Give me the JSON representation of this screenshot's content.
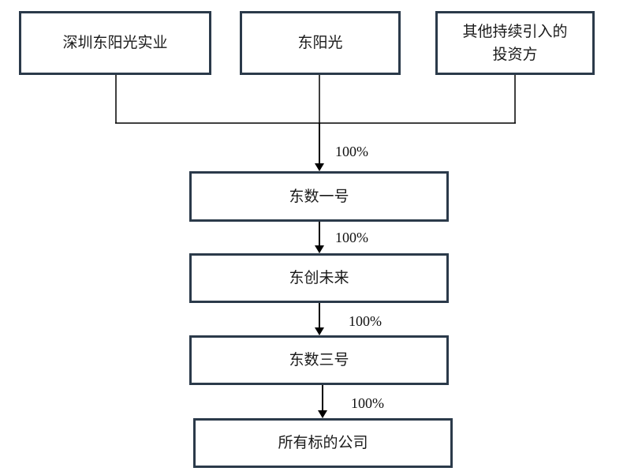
{
  "diagram": {
    "shareholders": [
      {
        "label": "深圳东阳光实业"
      },
      {
        "label": "东阳光"
      },
      {
        "label": "其他持续引入的\n投资方"
      }
    ],
    "chain": [
      {
        "label": "东数一号",
        "ownership": "100%"
      },
      {
        "label": "东创未来",
        "ownership": "100%"
      },
      {
        "label": "东数三号",
        "ownership": "100%"
      },
      {
        "label": "所有标的公司",
        "ownership": "100%"
      }
    ]
  }
}
